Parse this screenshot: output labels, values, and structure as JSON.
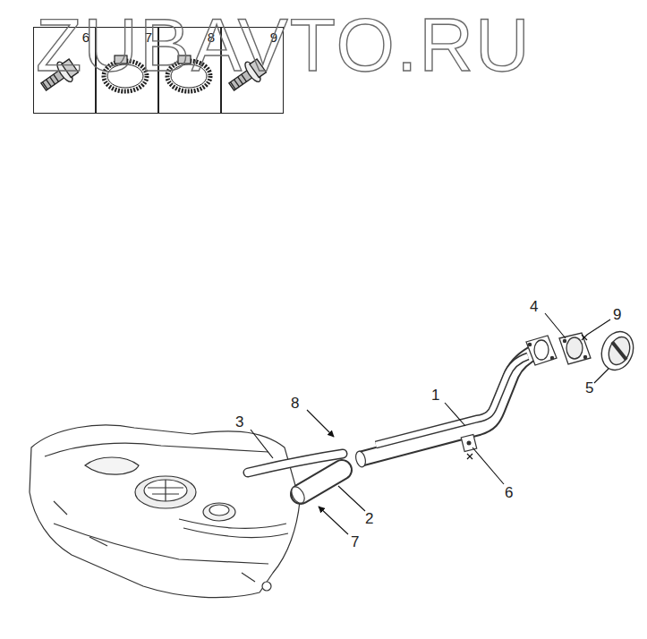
{
  "diagram": {
    "nodes": [
      {
        "text": [
          "6"
        ]
      },
      {
        "text": [
          "7"
        ]
      },
      {
        "text": [
          "8"
        ]
      },
      {
        "text": [
          "9"
        ]
      }
    ],
    "labels": [
      "ZUBAVTO.RU",
      "1",
      "2",
      "3",
      "4",
      "5",
      "6",
      "7",
      "8",
      "9"
    ]
  }
}
